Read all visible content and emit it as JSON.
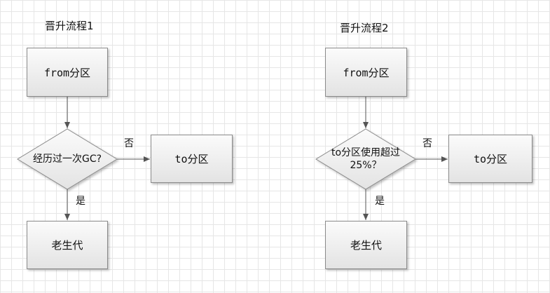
{
  "flow1": {
    "title": "晋升流程1",
    "from_box": "from分区",
    "decision": "经历过一次GC?",
    "to_box": "to分区",
    "old_box": "老生代",
    "no_label": "否",
    "yes_label": "是"
  },
  "flow2": {
    "title": "晋升流程2",
    "from_box": "from分区",
    "decision_line1": "to分区使用超过",
    "decision_line2": "25%？",
    "to_box": "to分区",
    "old_box": "老生代",
    "no_label": "否",
    "yes_label": "是"
  },
  "colors": {
    "line": "#555555",
    "box_border": "#8a8a8a",
    "grid": "#e6e6e6"
  }
}
